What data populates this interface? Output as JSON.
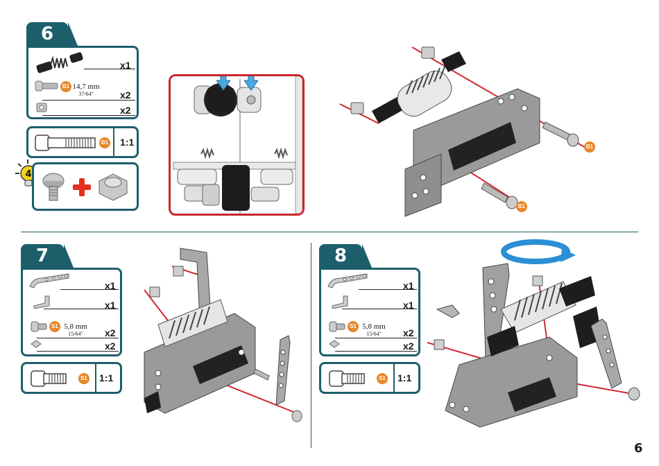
{
  "steps": [
    {
      "number": "6",
      "parts": [
        {
          "qty": "x1"
        },
        {
          "qty": "x2",
          "dim_main": "14,7 mm",
          "dim_sub": "37/64\""
        },
        {
          "qty": "x2"
        }
      ],
      "scale": {
        "badge": "B1",
        "ratio": "1:1"
      },
      "tip_number": "4"
    },
    {
      "number": "7",
      "parts": [
        {
          "qty": "x1"
        },
        {
          "qty": "x1"
        },
        {
          "qty": "x2",
          "dim_main": "5,8 mm",
          "dim_sub": "15/64\""
        },
        {
          "qty": "x2"
        }
      ],
      "scale": {
        "badge": "S1",
        "ratio": "1:1"
      }
    },
    {
      "number": "8",
      "parts": [
        {
          "qty": "x1"
        },
        {
          "qty": "x1"
        },
        {
          "qty": "x2",
          "dim_main": "5,8 mm",
          "dim_sub": "15/64\""
        },
        {
          "qty": "x2"
        }
      ],
      "scale": {
        "badge": "S1",
        "ratio": "1:1"
      }
    }
  ],
  "badges": {
    "step6_part_badge": "B1",
    "step6_screw_badge_1": "B1",
    "step6_screw_badge_2": "B1",
    "step7_part_badge": "S1",
    "step8_part_badge": "S1"
  },
  "page_number": "6",
  "colors": {
    "teal": "#1d5e6b",
    "red": "#d22630",
    "orange": "#e8872a",
    "blue_arrow": "#2a8fd4"
  }
}
